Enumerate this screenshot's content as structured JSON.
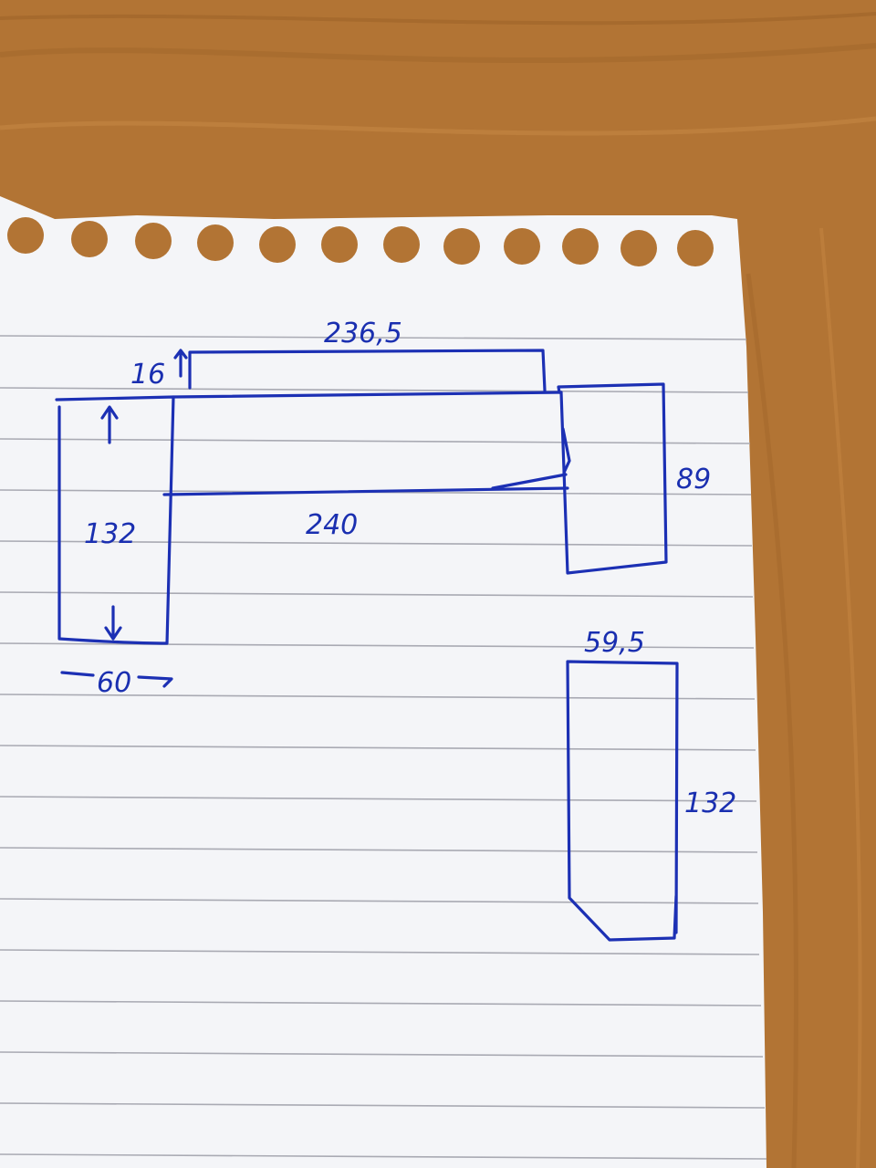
{
  "background": {
    "surface": "wooden desk",
    "color": "#b27434"
  },
  "paper": {
    "color": "#f4f5f8",
    "line_color": "#a9aab3"
  },
  "ink_color": "#1c30b4",
  "sketch": {
    "top_piece": {
      "length_label": "236,5",
      "height_label": "16"
    },
    "left_block": {
      "height_label": "132",
      "width_label": "60"
    },
    "main_bar": {
      "length_label": "240"
    },
    "right_block": {
      "height_label": "89"
    },
    "separate_piece": {
      "width_label": "59,5",
      "height_label": "132"
    }
  }
}
